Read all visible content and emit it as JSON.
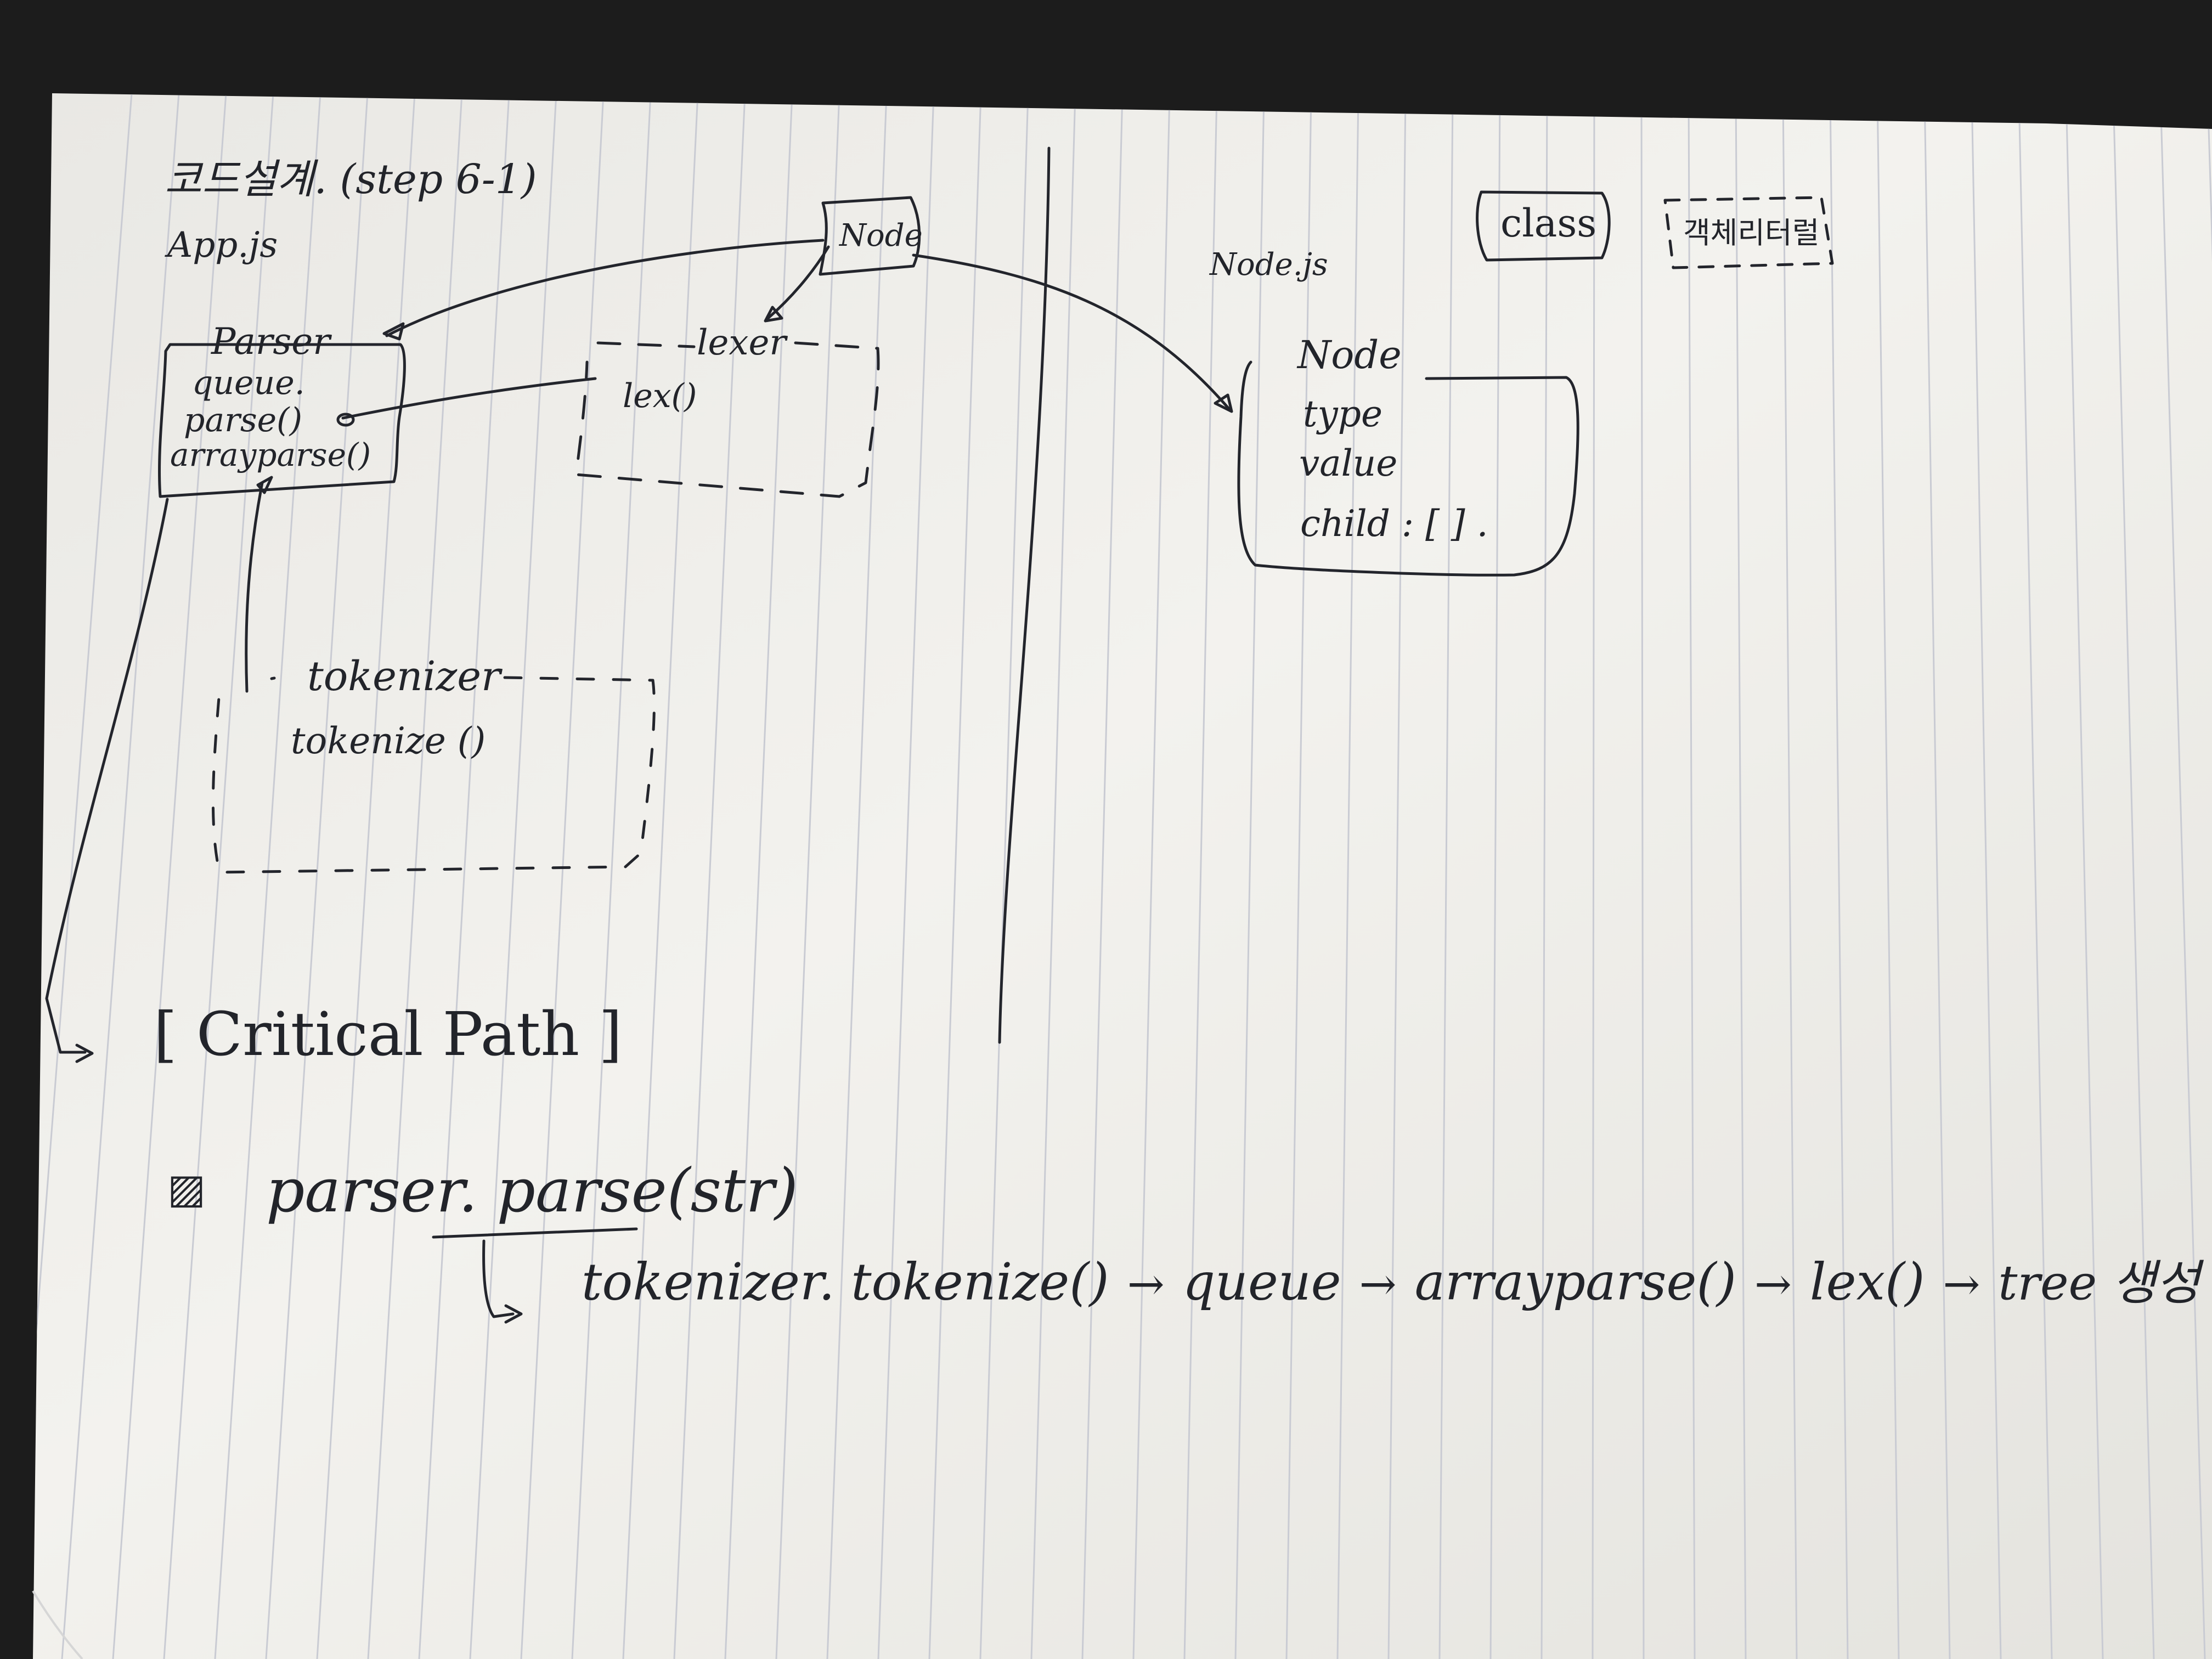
{
  "header": {
    "title": "코드설계. (step 6-1)",
    "file_app": "App.js",
    "file_node": "Node.js"
  },
  "legend": {
    "class_label": "class",
    "object_label": "객체리터럴"
  },
  "node_tag": "Node",
  "parser_box": {
    "title": "Parser",
    "members": [
      "queue.",
      "parse()",
      "arrayparse()"
    ]
  },
  "lexer_box": {
    "title": "lexer",
    "members": [
      "lex()"
    ]
  },
  "tokenizer_box": {
    "title": "tokenizer",
    "members": [
      "tokenize ()"
    ]
  },
  "node_class_box": {
    "title": "Node",
    "members": [
      "type",
      "value",
      "child : [ ] ."
    ]
  },
  "critical_path": {
    "label": "[ Critical Path ]",
    "call": "parser. parse(str)",
    "flow": [
      "tokenizer. tokenize()",
      "queue",
      "arrayparse()",
      "lex()",
      "tree 생성"
    ],
    "arrow": "→"
  },
  "colors": {
    "ink": "#23252c",
    "paper": "#f1f0ec",
    "rule": "#c9cbd3",
    "background": "#1c1c1c"
  }
}
